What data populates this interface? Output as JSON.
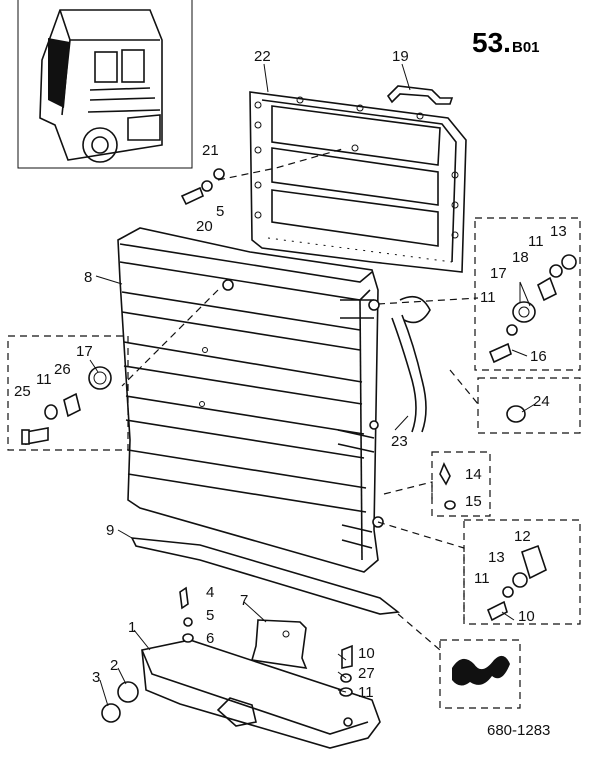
{
  "header": {
    "page_number": "53.",
    "section": "B01"
  },
  "footer": {
    "drawing_code": "680-1283"
  },
  "callouts": {
    "c1": "1",
    "c2": "2",
    "c3": "3",
    "c4": "4",
    "c5a": "5",
    "c5b": "5",
    "c6": "6",
    "c7": "7",
    "c8": "8",
    "c9": "9",
    "c10a": "10",
    "c10b": "10",
    "c11a": "11",
    "c11b": "11",
    "c11c": "11",
    "c11d": "11",
    "c11e": "11",
    "c12": "12",
    "c13a": "13",
    "c13b": "13",
    "c14": "14",
    "c15": "15",
    "c16": "16",
    "c17a": "17",
    "c17b": "17",
    "c18": "18",
    "c19": "19",
    "c20": "20",
    "c21": "21",
    "c22": "22",
    "c23": "23",
    "c24": "24",
    "c25": "25",
    "c26": "26",
    "c27": "27"
  }
}
